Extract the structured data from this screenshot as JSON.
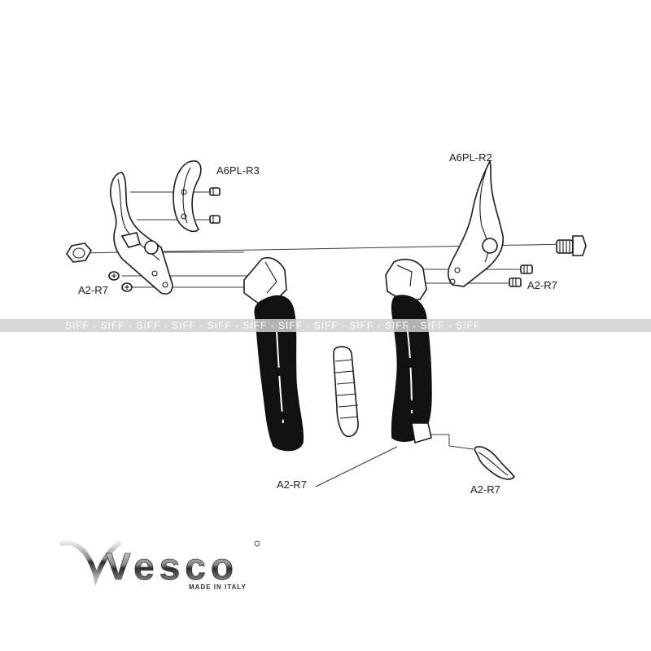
{
  "labels": {
    "blade_top_left": "A6PL-R3",
    "blade_top_right": "A6PL-R2",
    "screws_left": "A2-R7",
    "screws_right": "A2-R7",
    "handles": "A2-R7",
    "spring": "A2-R7"
  },
  "watermark": "SIFF - SIFF - SIFF - SIFF - SIFF - SIFF - SIFF - SIFF - SIFF - SIFF - SIFF - SIFF",
  "logo": {
    "brand": "Vesco",
    "tagline": "MADE IN ITALY"
  }
}
